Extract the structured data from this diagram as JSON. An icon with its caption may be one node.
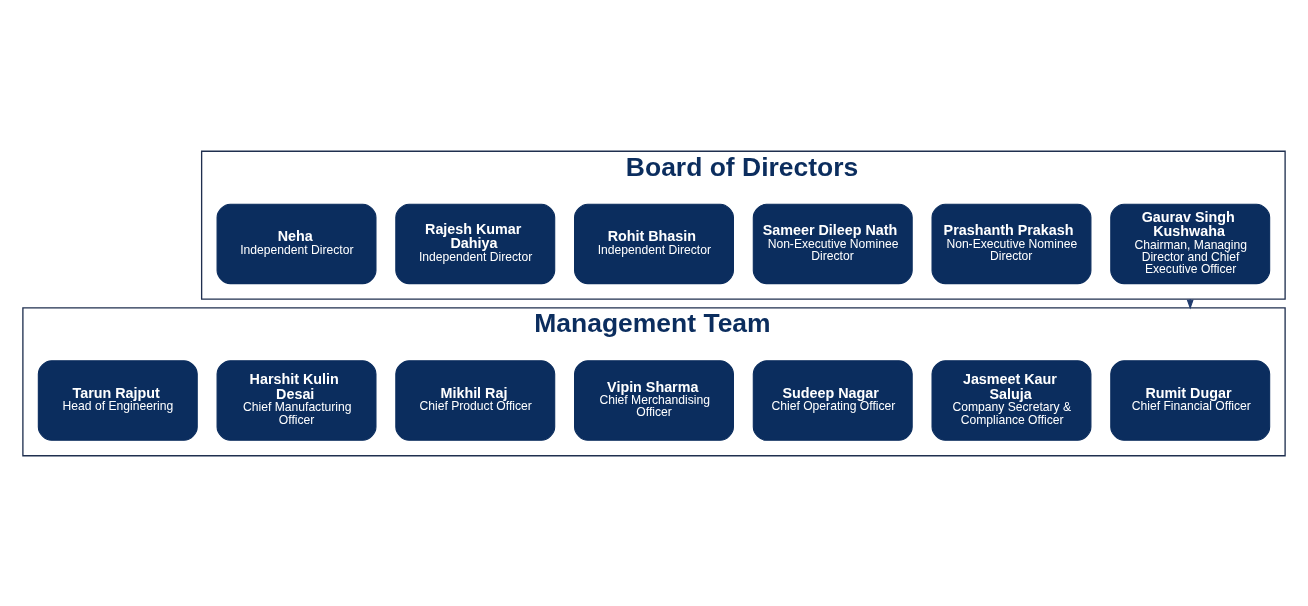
{
  "diagram": {
    "nodes": [
      {
        "text": [
          "Board of Directors"
        ]
      },
      {
        "text": [
          "Gaurav Singh Kushwaha",
          "Chairman, Managing Director and Chief Executive Officer"
        ],
        "in": 0
      },
      {
        "text": [
          "Prashanth Prakash",
          "Non-Executive Nominee Director"
        ],
        "in": 0
      },
      {
        "text": [
          "Sameer Dileep Nath",
          "Non-Executive Nominee Director"
        ],
        "in": 0
      },
      {
        "text": [
          "Rohit Bhasin",
          "Independent Director"
        ],
        "in": 0
      },
      {
        "text": [
          "Rajesh Kumar Dahiya",
          "Independent Director"
        ],
        "in": 0
      },
      {
        "text": [
          "Neha",
          "Independent Director"
        ],
        "in": 0
      },
      {
        "text": [
          "Management Team"
        ]
      },
      {
        "text": [
          "Rumit Dugar",
          "Chief Financial Officer"
        ],
        "in": 7
      },
      {
        "text": [
          "Jasmeet Kaur Saluja",
          "Company Secretary & Compliance Officer"
        ],
        "in": 7
      },
      {
        "text": [
          "Sudeep Nagar",
          "Chief Operating Officer"
        ],
        "in": 7
      },
      {
        "text": [
          "Vipin Sharma",
          "Chief Merchandising Officer"
        ],
        "in": 7
      },
      {
        "text": [
          "Mikhil Raj",
          "Chief Product Officer"
        ],
        "in": 7
      },
      {
        "text": [
          "Harshit Kulin Desai",
          "Chief Manufacturing Officer"
        ],
        "in": 7
      },
      {
        "text": [
          "Tarun Rajput",
          "Head of Engineering"
        ],
        "in": 7
      }
    ],
    "edges": [
      {
        "from": 0,
        "to": 7,
        "arrow": "to"
      }
    ]
  }
}
